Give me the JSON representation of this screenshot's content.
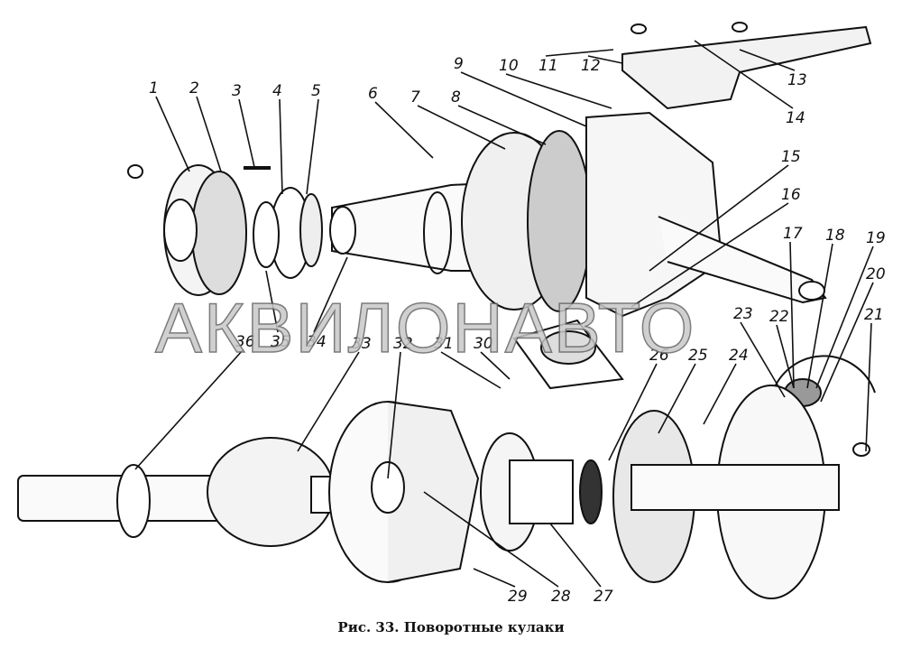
{
  "figure": {
    "caption": "Рис. 33. Поворотные кулаки",
    "watermark": "АКВИЛОНАВТО",
    "part_labels": [
      "1",
      "2",
      "3",
      "4",
      "5",
      "6",
      "7",
      "8",
      "9",
      "10",
      "11",
      "12",
      "13",
      "14",
      "15",
      "16",
      "17",
      "18",
      "19",
      "20",
      "21",
      "22",
      "23",
      "24",
      "25",
      "26",
      "27",
      "28",
      "29",
      "30",
      "31",
      "32",
      "33",
      "34",
      "35",
      "36"
    ]
  }
}
